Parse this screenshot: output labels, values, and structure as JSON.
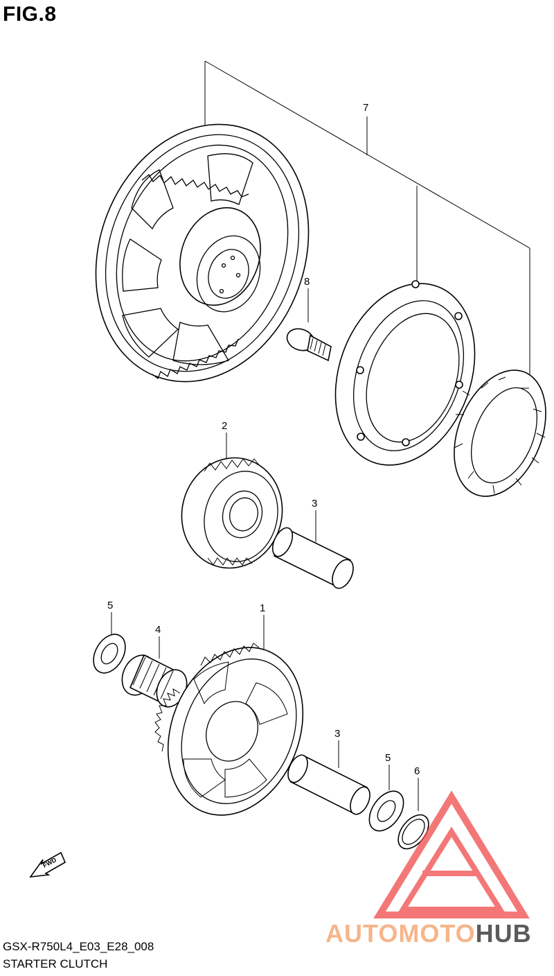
{
  "figure": {
    "title": "FIG.8",
    "model_code": "GSX-R750L4_E03_E28_008",
    "caption": "STARTER CLUTCH"
  },
  "callouts": [
    "7",
    "8",
    "2",
    "3",
    "5",
    "4",
    "1",
    "3",
    "5",
    "6"
  ],
  "fwd_arrow": {
    "label": "FWD",
    "icon": "fwd-arrow-icon"
  },
  "watermark": {
    "brand_part1": "AUTOMOTO",
    "brand_part2": "HUB",
    "colors": {
      "accent": "#f04a4a",
      "orange": "#f6b58a",
      "grey": "#5b5b5b"
    }
  },
  "colors": {
    "line": "#000000",
    "background": "#ffffff"
  }
}
